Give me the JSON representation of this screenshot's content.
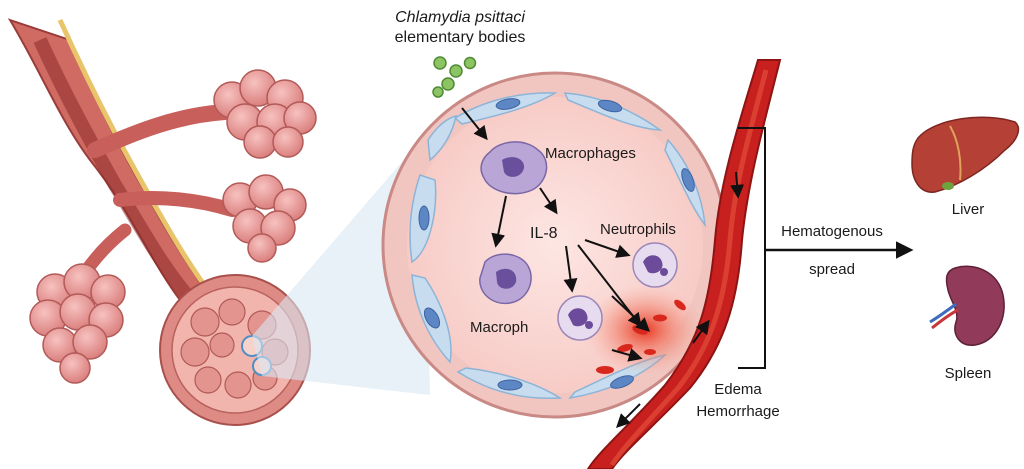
{
  "pathogen": {
    "line1": "Chlamydia psittaci",
    "line2": "elementary bodies"
  },
  "cells": {
    "macrophages": "Macrophages",
    "il8": "IL-8",
    "neutrophils": "Neutrophils",
    "macroph": "Macroph"
  },
  "outcome": {
    "edema": "Edema",
    "hemorrhage": "Hemorrhage"
  },
  "spread": {
    "line1": "Hematogenous",
    "line2": "spread"
  },
  "organs": {
    "liver": "Liver",
    "spleen": "Spleen"
  },
  "colors": {
    "airway": "#c95a5a",
    "alveolus": "#eaa3a3",
    "vessel": "#c8201e",
    "wall": "#b9d5ea",
    "nucleus": "#5b82c2",
    "macrophage": "#b7a3d3",
    "hemorrhage": "#e33a1e",
    "bacteria": "#8cc463"
  }
}
